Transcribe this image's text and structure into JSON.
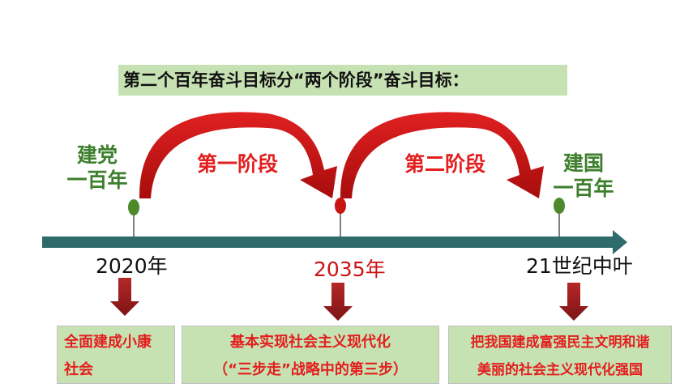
{
  "title": "第二个百年奋斗目标分“两个阶段”奋斗目标：",
  "milestones": {
    "left": {
      "line1": "建党",
      "line2": "一百年"
    },
    "right": {
      "line1": "建国",
      "line2": "一百年"
    }
  },
  "phases": [
    "第一阶段",
    "第二阶段"
  ],
  "years": [
    "2020年",
    "2035年",
    "21世纪中叶"
  ],
  "goals": [
    {
      "line1": "全面建成小康",
      "line2": "社会"
    },
    {
      "line1": "基本实现社会主义现代化",
      "line2": "（“三步走”战略中的第三步）"
    },
    {
      "line1": "把我国建成富强民主文明和谐",
      "line2": "美丽的社会主义现代化强国"
    }
  ],
  "colors": {
    "title_bg": "#c6e2b3",
    "timeline": "#2e6b6a",
    "phase_arrow": "#c91414",
    "goal_text": "#e31e1e",
    "milestone_text": "#3d7f2c",
    "year_2035": "#c91414",
    "down_arrow": "#9e1b1b"
  }
}
